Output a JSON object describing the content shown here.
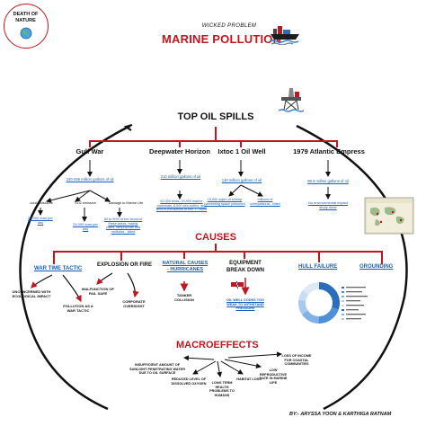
{
  "badge": {
    "text": "DEATH OF NATURE"
  },
  "header": {
    "subtitle": "WICKED PROBLEM",
    "title": "MARINE POLLUTION"
  },
  "sections": {
    "spills": "TOP OIL SPILLS",
    "causes": "CAUSES",
    "macro": "MACROEFFECTS"
  },
  "spills": {
    "gulf_war": {
      "title": "Gulf War",
      "amount": "240-336 million gallons of oil",
      "left_branch": "oout emissions",
      "left_value": "25,000 tons per day",
      "middle_branch": "SO2 emission",
      "middle_value": "24,000 tons per day",
      "right_branch": "Damage to Marine Life",
      "right_value": "50 to 90% of the fauna of these areas, mainly crabs, lamphipods and mollusks - killed"
    },
    "deepwater": {
      "title": "Deepwater Horizon",
      "amount": "210 million gallons of oil",
      "detail": "82,000 birds, 25,900 marine mammals, 6,000 sea turtles, and tens of thousands of fish >= killed"
    },
    "ixtoc": {
      "title": "Ixtoc 1 Oil Well",
      "amount": "140 million gallons of oil",
      "left": "15,000 sqkm of shrimp harvesting space poisoned",
      "right": "millions of ichthyofauna - killed"
    },
    "atlantic": {
      "title": "1979 Atlantic Empress",
      "amount": "88.3 million gallons of oil",
      "detail": "No environmental impact study done"
    }
  },
  "causes": {
    "war": {
      "title": "WAR TIME TACTIC",
      "left": "UNCONCERNED WITH ECOLOGICAL IMPACT",
      "right": "POLLUTION AS A WAR TACTIC"
    },
    "explosion": {
      "title": "EXPLOSION OR FIRE",
      "left": "MALFUNCTION OF FAIL SAFE",
      "right": "CORPORATE OVERSIGHT"
    },
    "natural": {
      "title": "NATURAL CAUSES - HURRICANES",
      "detail": "TANKER COLLISION"
    },
    "equipment": {
      "title": "EQUIPMENT BREAK DOWN",
      "detail": "OIL WELL CODES TOO WEAK TO WITHSTAND PRESSURE"
    },
    "hull": {
      "title": "HULL FAILURE"
    },
    "grounding": {
      "title": "GROUNDING"
    }
  },
  "macroeffects": [
    "INSUFFICIENT AMOUNT OF SUNLIGHT PENETRATING WATER DUE TO OIL SURFACE",
    "REDUCED LEVEL OF DISSOLVED OXYGEN",
    "LONG TERM HEALTH PROBLEMS TO HUMANS",
    "HABITAT LOSS",
    "LOW REPRODUCTIVE RATE IN MARINE LIFE",
    "LOSS OF INCOME FOR COASTAL COMMUNITIES"
  ],
  "credit": "BY:- ARYSSA YOON & KARTHIGA RATNAM",
  "colors": {
    "accent_red": "#c0161f",
    "link_blue": "#1a5fb4",
    "donut_blue": "#2a6ebb"
  }
}
